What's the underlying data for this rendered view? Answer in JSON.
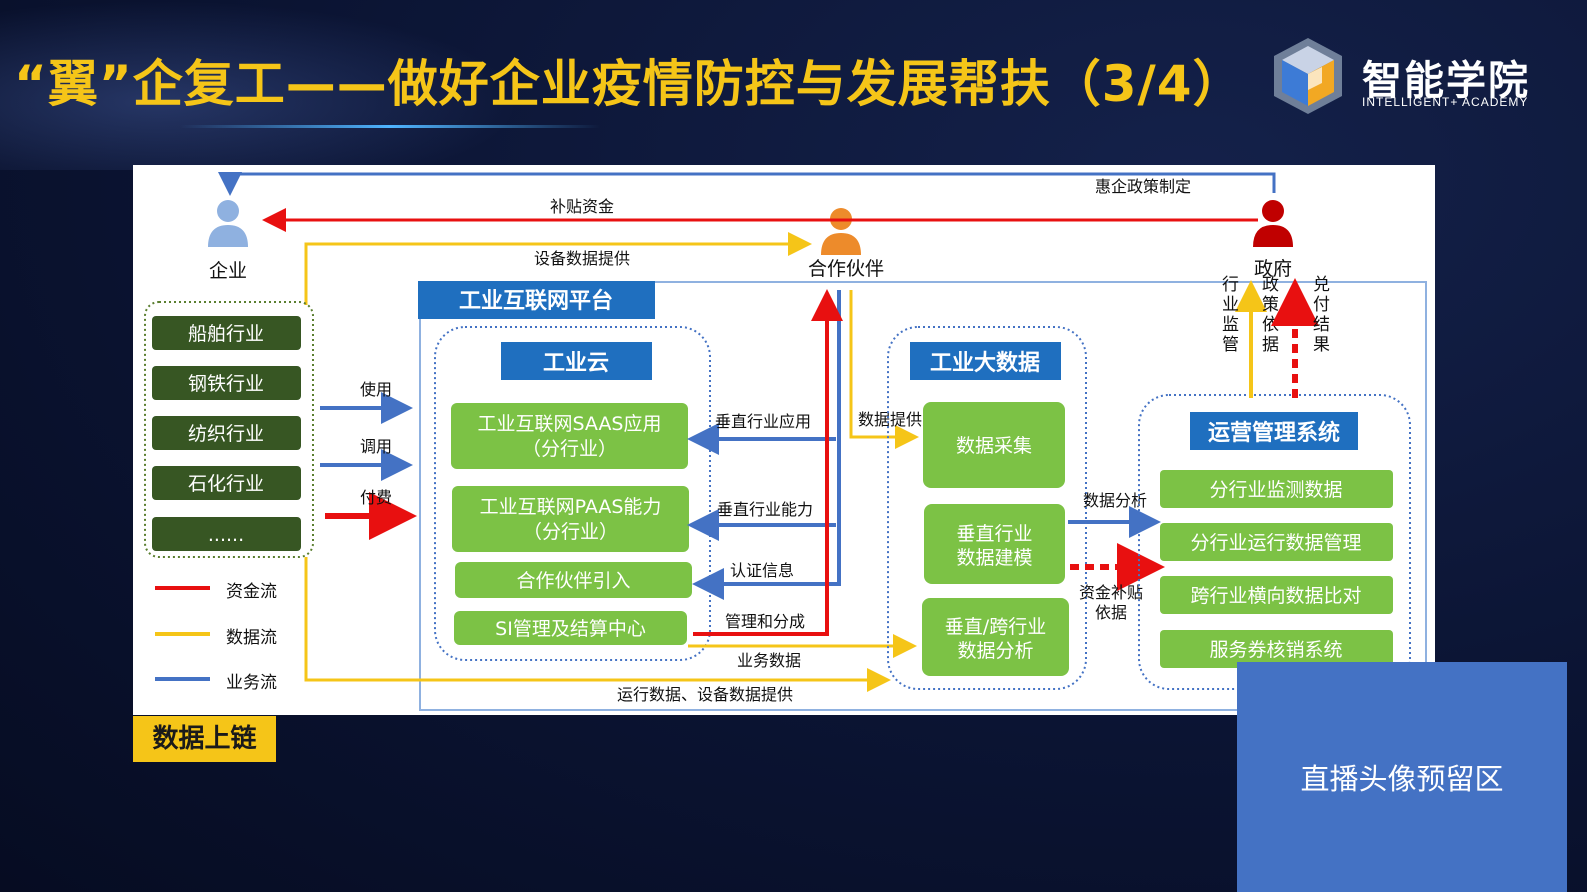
{
  "header": {
    "title": "“翼”企复工——做好企业疫情防控与发展帮扶（3/4）",
    "logo_main": "智能学院",
    "logo_sub": "INTELLIGENT+ ACADEMY"
  },
  "diagram": {
    "actors": {
      "enterprise": "企业",
      "partner": "合作伙伴",
      "government": "政府"
    },
    "top_flows": {
      "policy": "惠企政策制定",
      "subsidy": "补贴资金",
      "device_data": "设备数据提供"
    },
    "industries": [
      "船舶行业",
      "钢铁行业",
      "纺织行业",
      "石化行业",
      "......"
    ],
    "left_flows": [
      "使用",
      "调用",
      "付费"
    ],
    "legend": [
      {
        "label": "资金流",
        "color": "#e81010"
      },
      {
        "label": "数据流",
        "color": "#f5c518"
      },
      {
        "label": "业务流",
        "color": "#4472c4"
      }
    ],
    "platform_title": "工业互联网平台",
    "cloud": {
      "title": "工业云",
      "items": [
        {
          "line1": "工业互联网SAAS应用",
          "line2": "（分行业）"
        },
        {
          "line1": "工业互联网PAAS能力",
          "line2": "（分行业）"
        },
        {
          "line1": "合作伙伴引入",
          "line2": ""
        },
        {
          "line1": "SI管理及结算中心",
          "line2": ""
        }
      ]
    },
    "middle_flows": [
      "垂直行业应用",
      "垂直行业能力",
      "认证信息",
      "管理和分成"
    ],
    "bottom_flows": {
      "business": "业务数据",
      "operation": "运行数据、设备数据提供"
    },
    "data_provide": "数据提供",
    "bigdata": {
      "title": "工业大数据",
      "items": [
        {
          "line1": "数据采集",
          "line2": ""
        },
        {
          "line1": "垂直行业",
          "line2": "数据建模"
        },
        {
          "line1": "垂直/跨行业",
          "line2": "数据分析"
        }
      ]
    },
    "analysis_flow": "数据分析",
    "subsidy_basis": {
      "line1": "资金补贴",
      "line2": "依据"
    },
    "ops": {
      "title": "运营管理系统",
      "items": [
        "分行业监测数据",
        "分行业运行数据管理",
        "跨行业横向数据比对",
        "服务券核销系统"
      ]
    },
    "gov_flows": {
      "supervision": "行业监管",
      "policy_basis": "政策依据",
      "cashing": "兑付结果"
    }
  },
  "tag": "数据上链",
  "live_placeholder": "直播头像预留区"
}
